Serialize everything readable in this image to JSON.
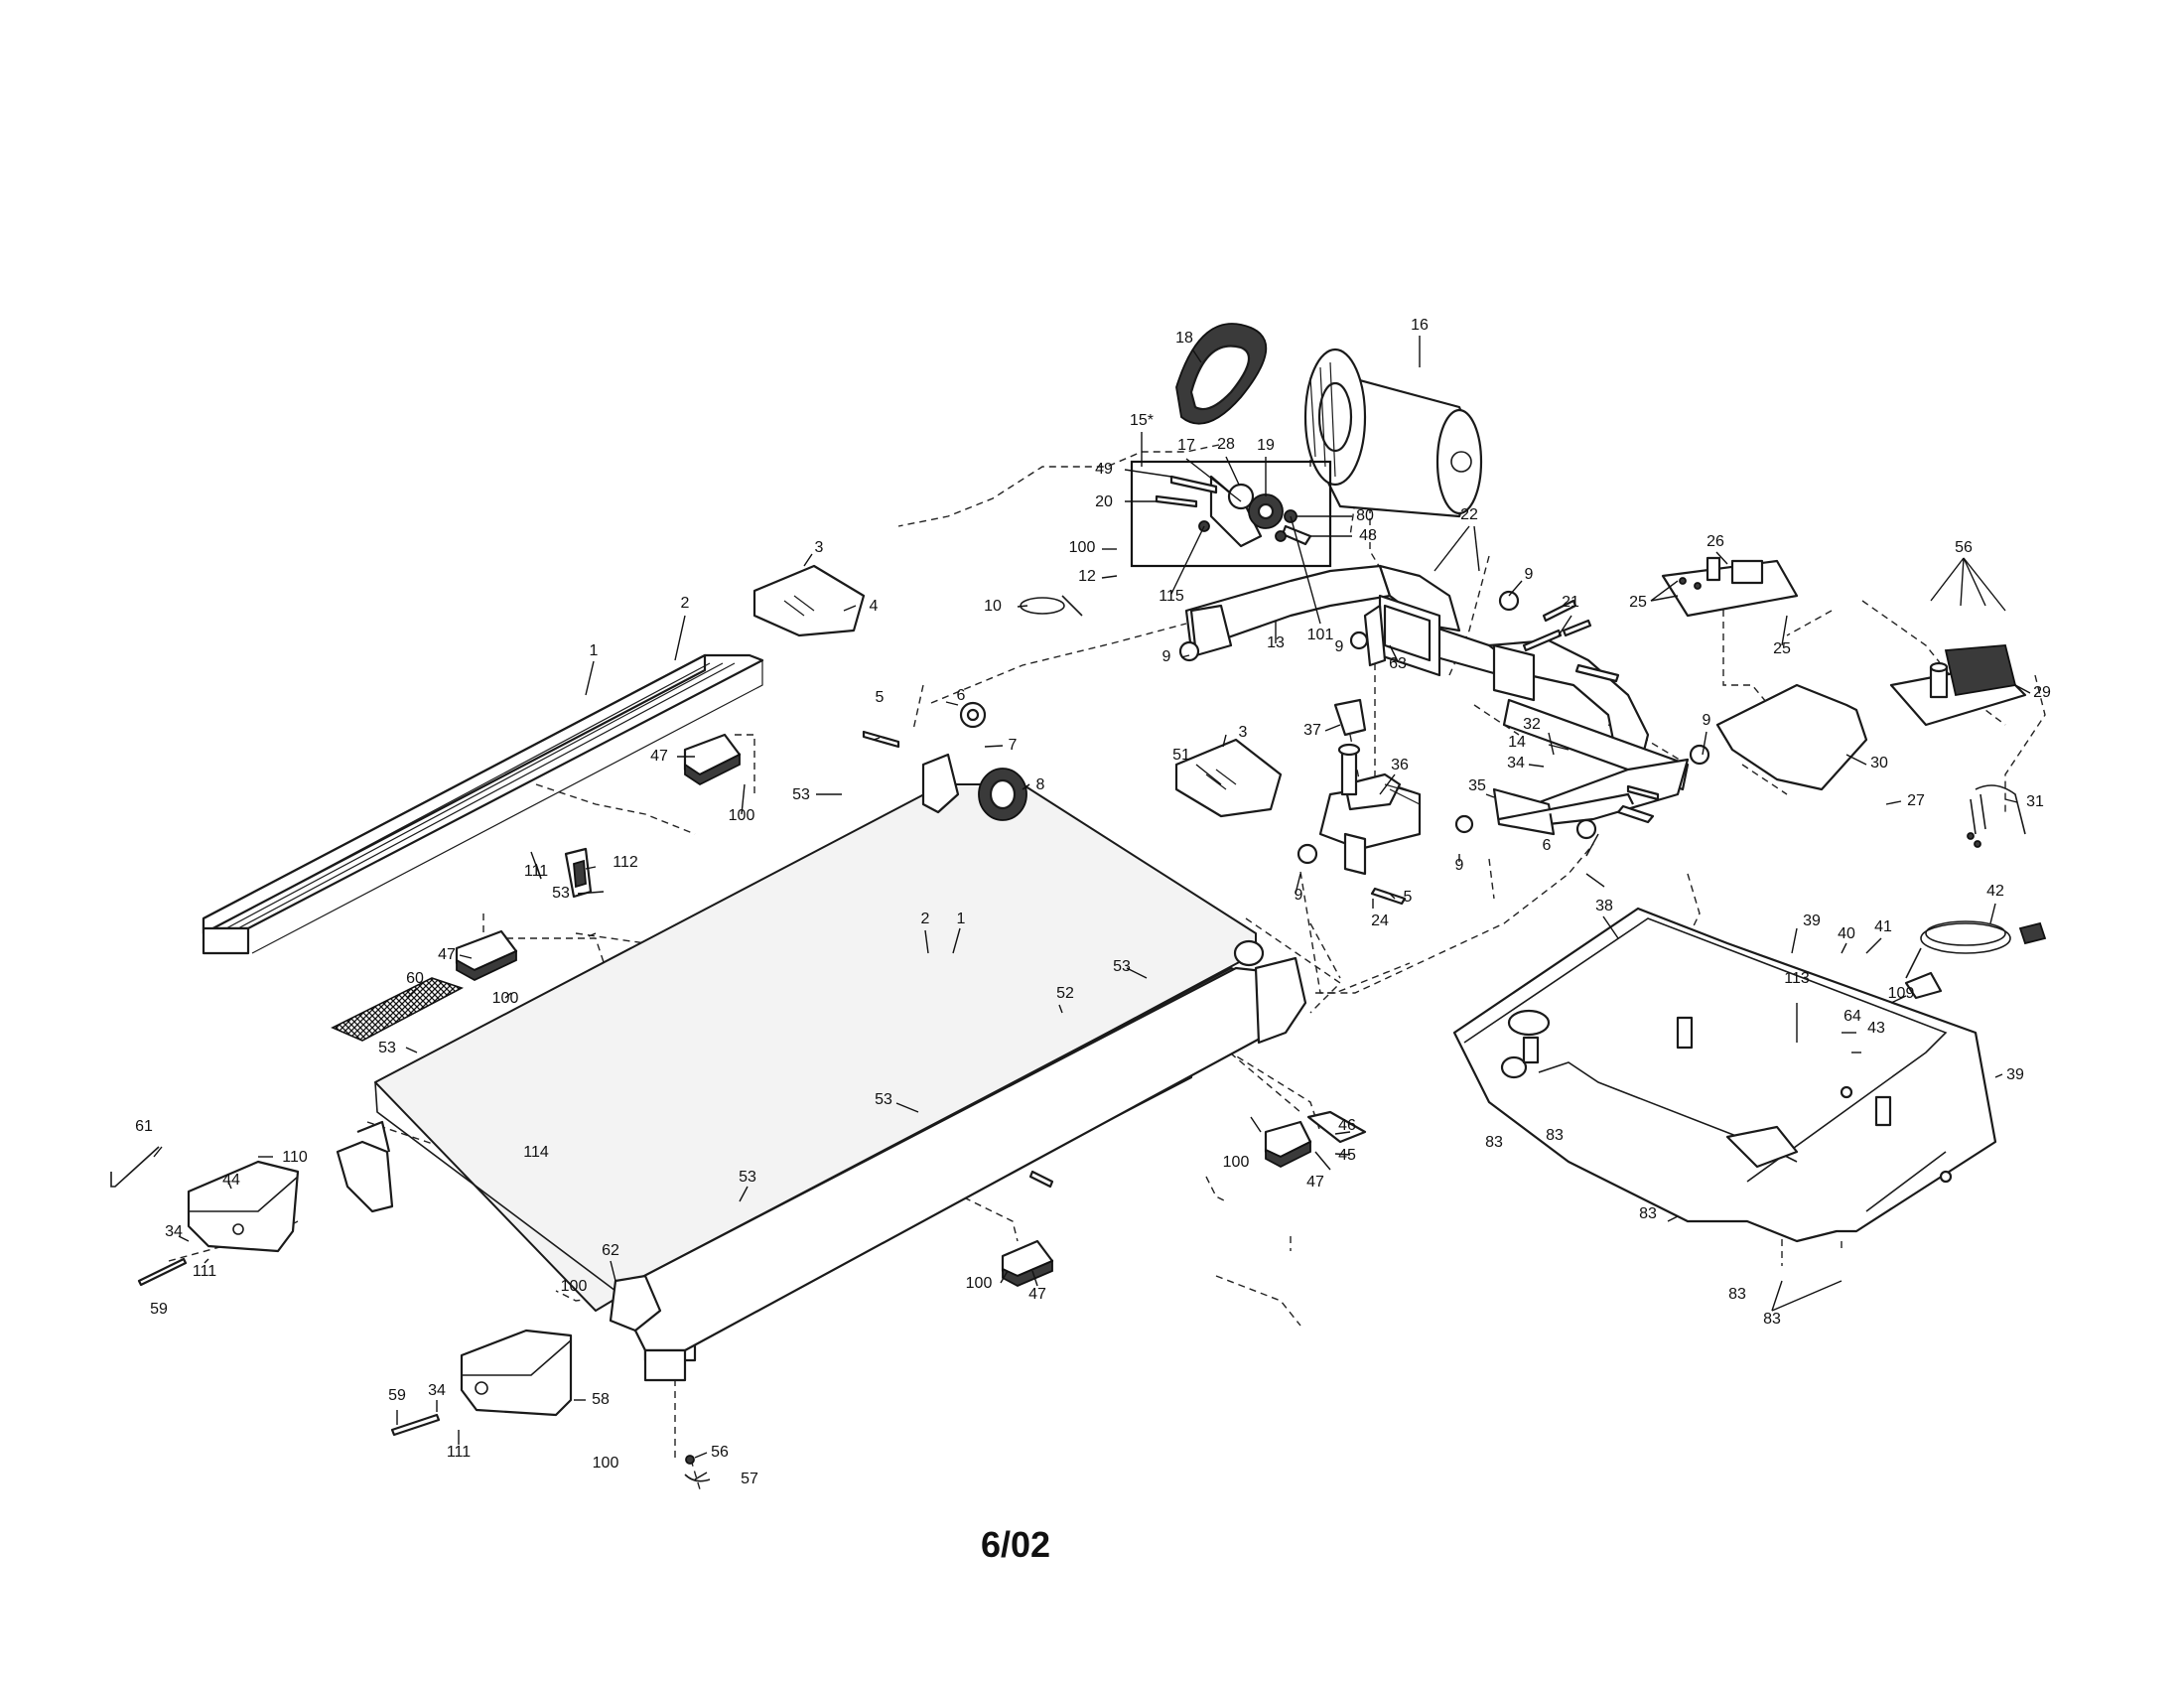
{
  "diagram": {
    "footer_date": "6/02",
    "callouts": [
      {
        "id": "c1",
        "text": "18"
      },
      {
        "id": "c2",
        "text": "16"
      },
      {
        "id": "c3",
        "text": "15*"
      },
      {
        "id": "c4",
        "text": "17"
      },
      {
        "id": "c5",
        "text": "28"
      },
      {
        "id": "c6",
        "text": "19"
      },
      {
        "id": "c7",
        "text": "49"
      },
      {
        "id": "c8",
        "text": "20"
      },
      {
        "id": "c9",
        "text": "80"
      },
      {
        "id": "c10",
        "text": "48"
      },
      {
        "id": "c11",
        "text": "100"
      },
      {
        "id": "c12",
        "text": "12"
      },
      {
        "id": "c13",
        "text": "115"
      },
      {
        "id": "c14",
        "text": "3"
      },
      {
        "id": "c15",
        "text": "4"
      },
      {
        "id": "c16",
        "text": "2"
      },
      {
        "id": "c17",
        "text": "1"
      },
      {
        "id": "c18",
        "text": "10"
      },
      {
        "id": "c19",
        "text": "101"
      },
      {
        "id": "c20",
        "text": "13"
      },
      {
        "id": "c21",
        "text": "22"
      },
      {
        "id": "c22",
        "text": "9"
      },
      {
        "id": "c23",
        "text": "21"
      },
      {
        "id": "c24",
        "text": "9"
      },
      {
        "id": "c25",
        "text": "63"
      },
      {
        "id": "c26",
        "text": "9"
      },
      {
        "id": "c27",
        "text": "26"
      },
      {
        "id": "c28",
        "text": "25"
      },
      {
        "id": "c29",
        "text": "25"
      },
      {
        "id": "c30",
        "text": "56"
      },
      {
        "id": "c31",
        "text": "29"
      },
      {
        "id": "c32",
        "text": "6"
      },
      {
        "id": "c33",
        "text": "5"
      },
      {
        "id": "c34",
        "text": "7"
      },
      {
        "id": "c35",
        "text": "8"
      },
      {
        "id": "c36",
        "text": "47"
      },
      {
        "id": "c37",
        "text": "100"
      },
      {
        "id": "c38",
        "text": "53"
      },
      {
        "id": "c39",
        "text": "51"
      },
      {
        "id": "c40",
        "text": "3"
      },
      {
        "id": "c41",
        "text": "37"
      },
      {
        "id": "c42",
        "text": "36"
      },
      {
        "id": "c43",
        "text": "32"
      },
      {
        "id": "c44",
        "text": "14"
      },
      {
        "id": "c45",
        "text": "34"
      },
      {
        "id": "c46",
        "text": "35"
      },
      {
        "id": "c47",
        "text": "9"
      },
      {
        "id": "c48",
        "text": "30"
      },
      {
        "id": "c49",
        "text": "27"
      },
      {
        "id": "c50",
        "text": "31"
      },
      {
        "id": "c51",
        "text": "112"
      },
      {
        "id": "c52",
        "text": "111"
      },
      {
        "id": "c53",
        "text": "53"
      },
      {
        "id": "c54",
        "text": "9"
      },
      {
        "id": "c55",
        "text": "6"
      },
      {
        "id": "c56",
        "text": "9"
      },
      {
        "id": "c57",
        "text": "5"
      },
      {
        "id": "c58",
        "text": "24"
      },
      {
        "id": "c59",
        "text": "42"
      },
      {
        "id": "c60",
        "text": "47"
      },
      {
        "id": "c61",
        "text": "2"
      },
      {
        "id": "c62",
        "text": "1"
      },
      {
        "id": "c63",
        "text": "38"
      },
      {
        "id": "c64",
        "text": "39"
      },
      {
        "id": "c65",
        "text": "40"
      },
      {
        "id": "c66",
        "text": "41"
      },
      {
        "id": "c67",
        "text": "60"
      },
      {
        "id": "c68",
        "text": "100"
      },
      {
        "id": "c69",
        "text": "53"
      },
      {
        "id": "c70",
        "text": "52"
      },
      {
        "id": "c71",
        "text": "113"
      },
      {
        "id": "c72",
        "text": "109"
      },
      {
        "id": "c73",
        "text": "53"
      },
      {
        "id": "c74",
        "text": "64"
      },
      {
        "id": "c75",
        "text": "43"
      },
      {
        "id": "c76",
        "text": "39"
      },
      {
        "id": "c77",
        "text": "61"
      },
      {
        "id": "c78",
        "text": "114"
      },
      {
        "id": "c79",
        "text": "53"
      },
      {
        "id": "c80",
        "text": "46"
      },
      {
        "id": "c81",
        "text": "45"
      },
      {
        "id": "c82",
        "text": "110"
      },
      {
        "id": "c83",
        "text": "44"
      },
      {
        "id": "c84",
        "text": "100"
      },
      {
        "id": "c85",
        "text": "47"
      },
      {
        "id": "c86",
        "text": "83"
      },
      {
        "id": "c87",
        "text": "83"
      },
      {
        "id": "c88",
        "text": "53"
      },
      {
        "id": "c89",
        "text": "34"
      },
      {
        "id": "c90",
        "text": "111"
      },
      {
        "id": "c91",
        "text": "100"
      },
      {
        "id": "c92",
        "text": "59"
      },
      {
        "id": "c93",
        "text": "62"
      },
      {
        "id": "c94",
        "text": "83"
      },
      {
        "id": "c95",
        "text": "100"
      },
      {
        "id": "c96",
        "text": "47"
      },
      {
        "id": "c97",
        "text": "83"
      },
      {
        "id": "c98",
        "text": "83"
      },
      {
        "id": "c99",
        "text": "34"
      },
      {
        "id": "c100",
        "text": "59"
      },
      {
        "id": "c101",
        "text": "58"
      },
      {
        "id": "c102",
        "text": "111"
      },
      {
        "id": "c103",
        "text": "56"
      },
      {
        "id": "c104",
        "text": "100"
      },
      {
        "id": "c105",
        "text": "57"
      }
    ]
  }
}
